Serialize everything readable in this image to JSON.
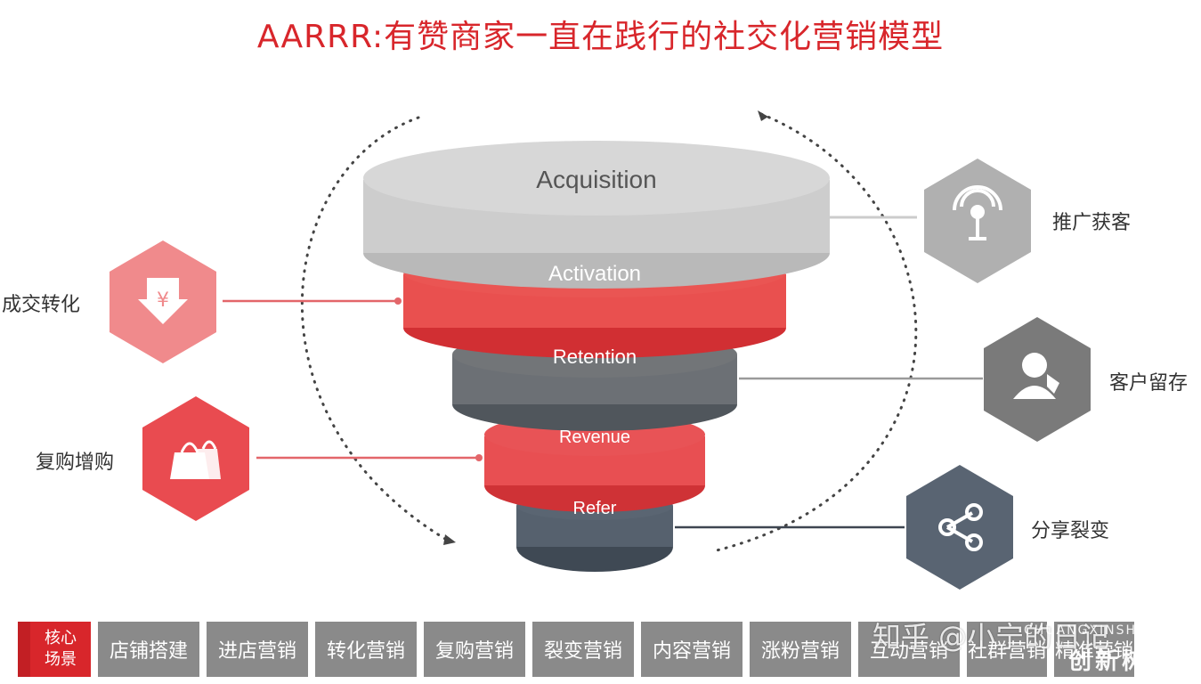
{
  "title": "AARRR:有赞商家一直在践行的社交化营销模型",
  "funnel": {
    "layers": [
      {
        "label": "Acquisition"
      },
      {
        "label": "Activation"
      },
      {
        "label": "Retention"
      },
      {
        "label": "Revenue"
      },
      {
        "label": "Refer"
      }
    ]
  },
  "left_items": [
    {
      "label": "成交转化",
      "icon": "yen-down-arrow-icon",
      "color": "#f08a8c"
    },
    {
      "label": "复购增购",
      "icon": "shopping-bags-icon",
      "color": "#e94b50"
    }
  ],
  "right_items": [
    {
      "label": "推广获客",
      "icon": "broadcast-signal-icon",
      "color": "#b0b0b0"
    },
    {
      "label": "客户留存",
      "icon": "customer-service-icon",
      "color": "#7a7a7a"
    },
    {
      "label": "分享裂变",
      "icon": "share-icon",
      "color": "#596472"
    }
  ],
  "bottom": {
    "core_label": "核心场景",
    "scenes": [
      "店铺搭建",
      "进店营销",
      "转化营销",
      "复购营销",
      "裂变营销",
      "内容营销",
      "涨粉营销",
      "互动营销",
      "社群营销",
      "精准营销"
    ]
  },
  "watermark": {
    "text": "知乎 @小宁的日记",
    "brand_en": "CHUANGXINSHU",
    "brand_cn": "创新树"
  },
  "colors": {
    "accent": "#d8262b",
    "gray_light": "#cfcfcf",
    "gray_dark": "#5f6770",
    "red": "#e74c4f"
  }
}
